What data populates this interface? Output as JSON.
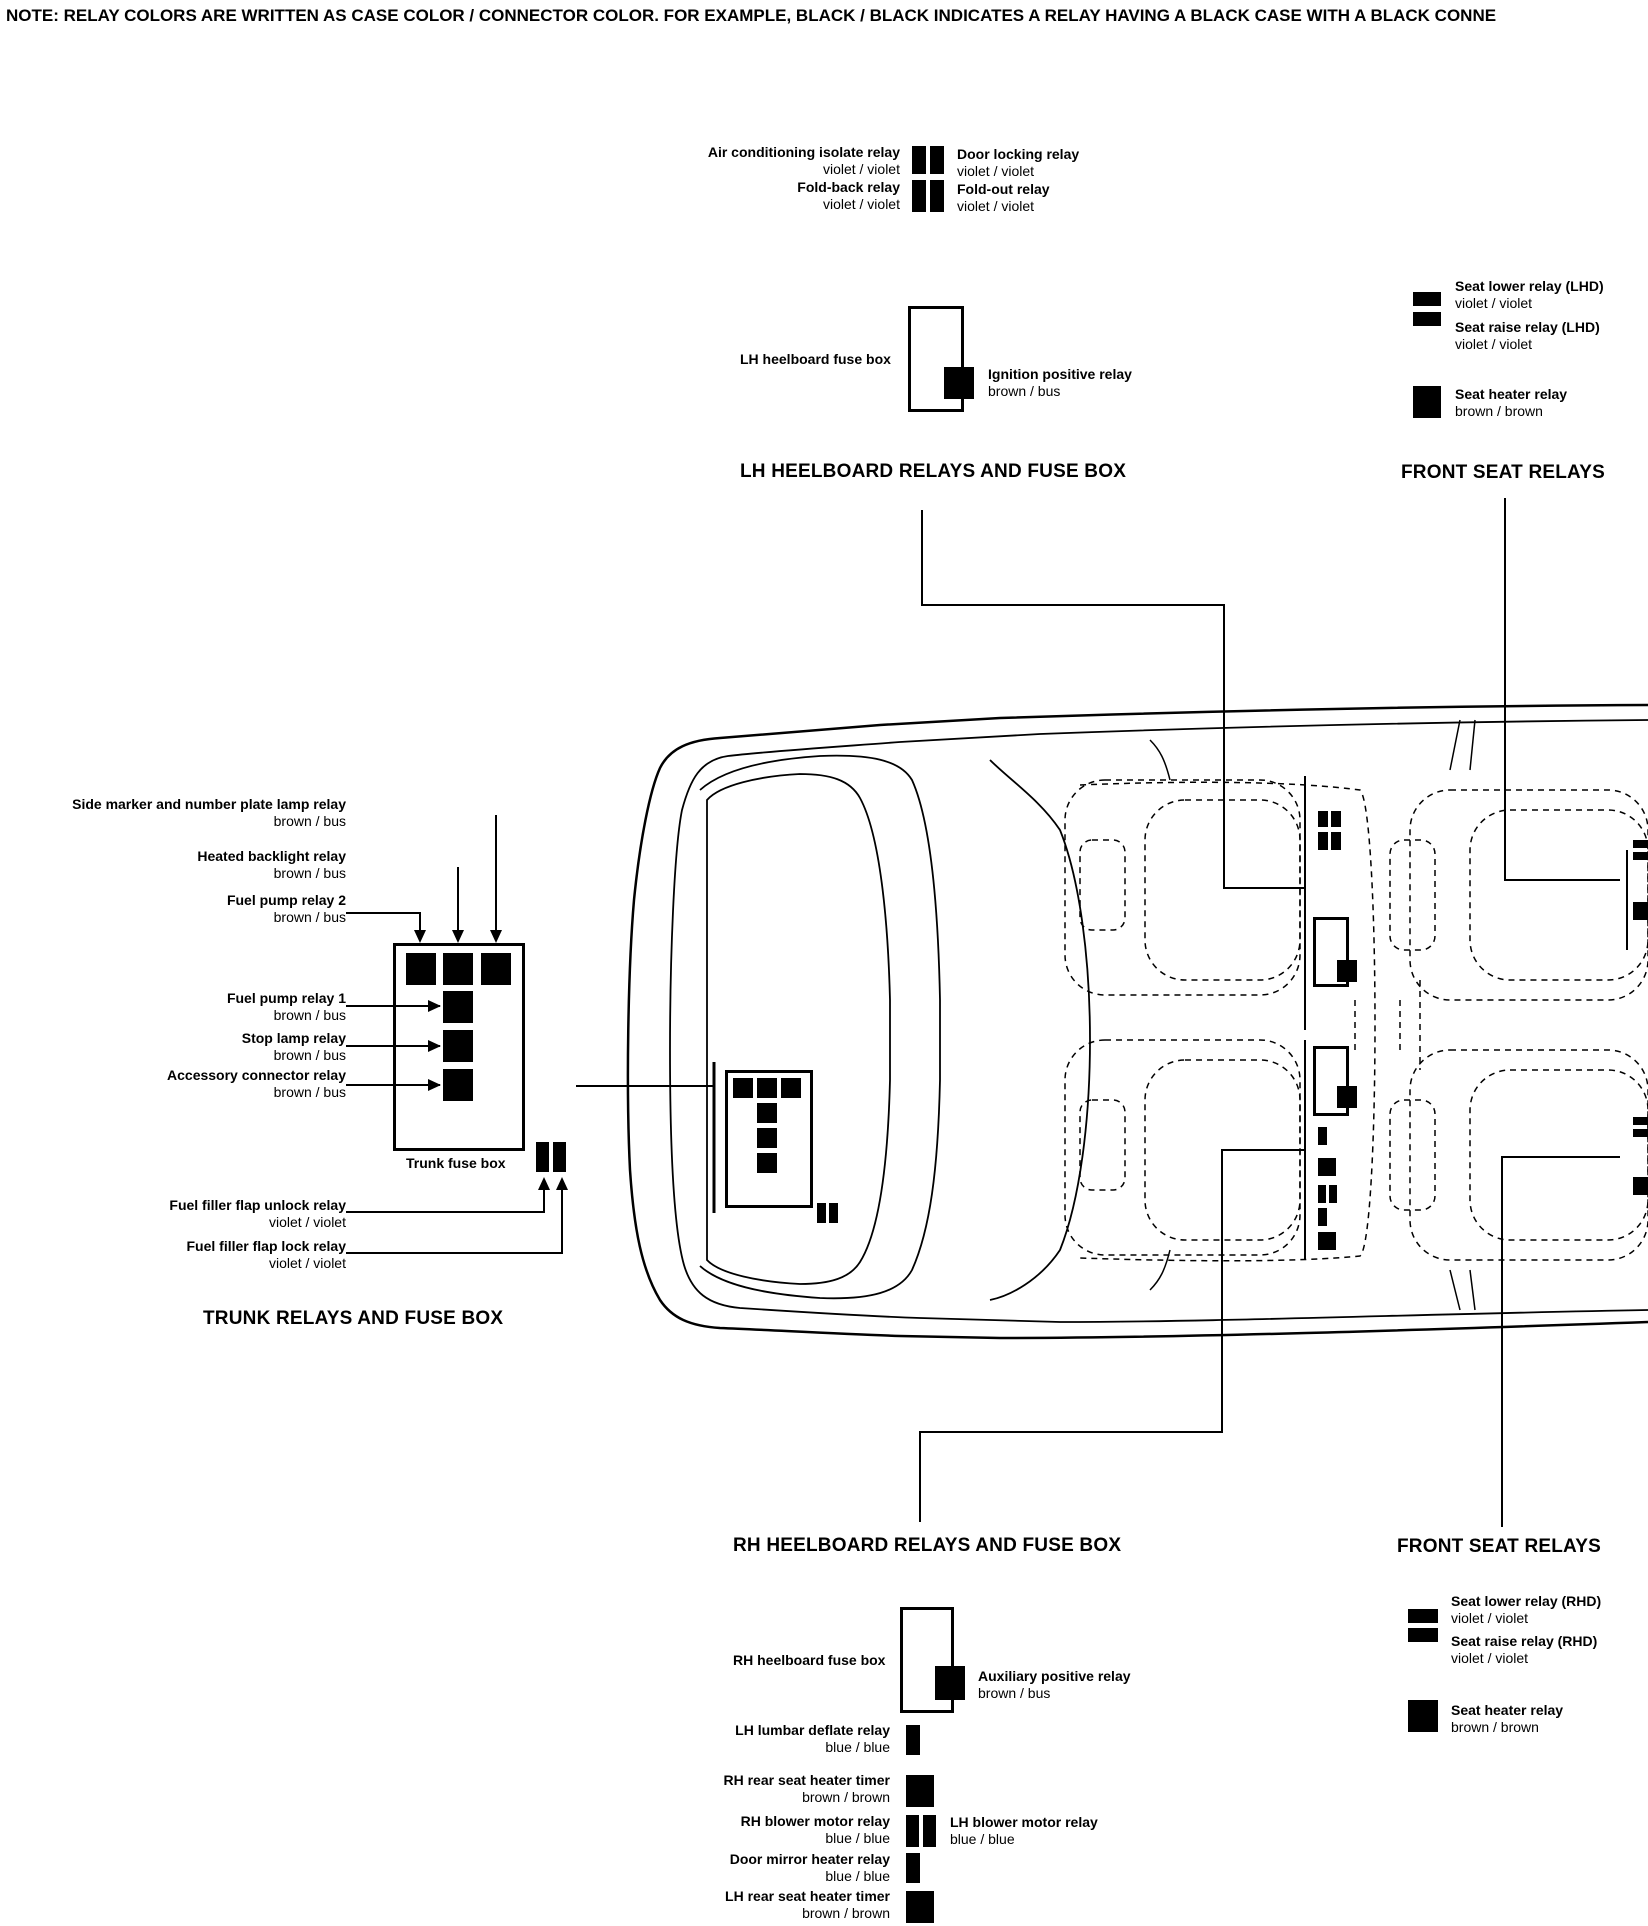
{
  "note": "NOTE: RELAY COLORS ARE WRITTEN AS CASE COLOR / CONNECTOR COLOR.  FOR EXAMPLE,  BLACK / BLACK INDICATES A RELAY HAVING A BLACK CASE WITH A BLACK CONNE",
  "headings": {
    "lh_heelboard": "LH HEELBOARD RELAYS AND FUSE BOX",
    "front_seat_top": "FRONT SEAT RELAYS",
    "trunk": "TRUNK RELAYS AND FUSE BOX",
    "rh_heelboard": "RH HEELBOARD RELAYS AND FUSE BOX",
    "front_seat_bottom": "FRONT SEAT RELAYS"
  },
  "lh_heelboard": {
    "ac_isolate": {
      "name": "Air conditioning isolate relay",
      "color": "violet / violet"
    },
    "fold_back": {
      "name": "Fold-back relay",
      "color": "violet / violet"
    },
    "door_locking": {
      "name": "Door locking relay",
      "color": "violet / violet"
    },
    "fold_out": {
      "name": "Fold-out relay",
      "color": "violet / violet"
    },
    "fuse_box": "LH heelboard fuse box",
    "ignition_positive": {
      "name": "Ignition positive relay",
      "color": "brown / bus"
    }
  },
  "front_seat_top": {
    "seat_lower": {
      "name": "Seat lower relay (LHD)",
      "color": "violet / violet"
    },
    "seat_raise": {
      "name": "Seat raise relay (LHD)",
      "color": "violet / violet"
    },
    "seat_heater": {
      "name": "Seat heater relay",
      "color": "brown / brown"
    }
  },
  "trunk": {
    "side_marker": {
      "name": "Side marker and number plate lamp relay",
      "color": "brown / bus"
    },
    "heated_backlight": {
      "name": "Heated backlight relay",
      "color": "brown / bus"
    },
    "fuel_pump_2": {
      "name": "Fuel pump relay 2",
      "color": "brown / bus"
    },
    "fuel_pump_1": {
      "name": "Fuel pump relay 1",
      "color": "brown / bus"
    },
    "stop_lamp": {
      "name": "Stop lamp relay",
      "color": "brown / bus"
    },
    "accessory": {
      "name": "Accessory connector relay",
      "color": "brown / bus"
    },
    "fuse_box": "Trunk fuse box",
    "flap_unlock": {
      "name": "Fuel filler flap unlock relay",
      "color": "violet / violet"
    },
    "flap_lock": {
      "name": "Fuel filler flap lock relay",
      "color": "violet / violet"
    }
  },
  "front_seat_bottom": {
    "seat_lower": {
      "name": "Seat lower relay (RHD)",
      "color": "violet / violet"
    },
    "seat_raise": {
      "name": "Seat raise relay (RHD)",
      "color": "violet / violet"
    },
    "seat_heater": {
      "name": "Seat heater relay",
      "color": "brown / brown"
    }
  },
  "rh_heelboard": {
    "fuse_box": "RH heelboard fuse box",
    "aux_positive": {
      "name": "Auxiliary positive relay",
      "color": "brown / bus"
    },
    "lh_lumbar": {
      "name": "LH lumbar deflate relay",
      "color": "blue / blue"
    },
    "rh_rear_heater": {
      "name": "RH rear seat heater timer",
      "color": "brown / brown"
    },
    "rh_blower": {
      "name": "RH blower motor relay",
      "color": "blue / blue"
    },
    "lh_blower": {
      "name": "LH blower motor relay",
      "color": "blue / blue"
    },
    "door_mirror": {
      "name": "Door mirror heater relay",
      "color": "blue / blue"
    },
    "lh_rear_heater": {
      "name": "LH rear seat heater timer",
      "color": "brown / brown"
    }
  }
}
